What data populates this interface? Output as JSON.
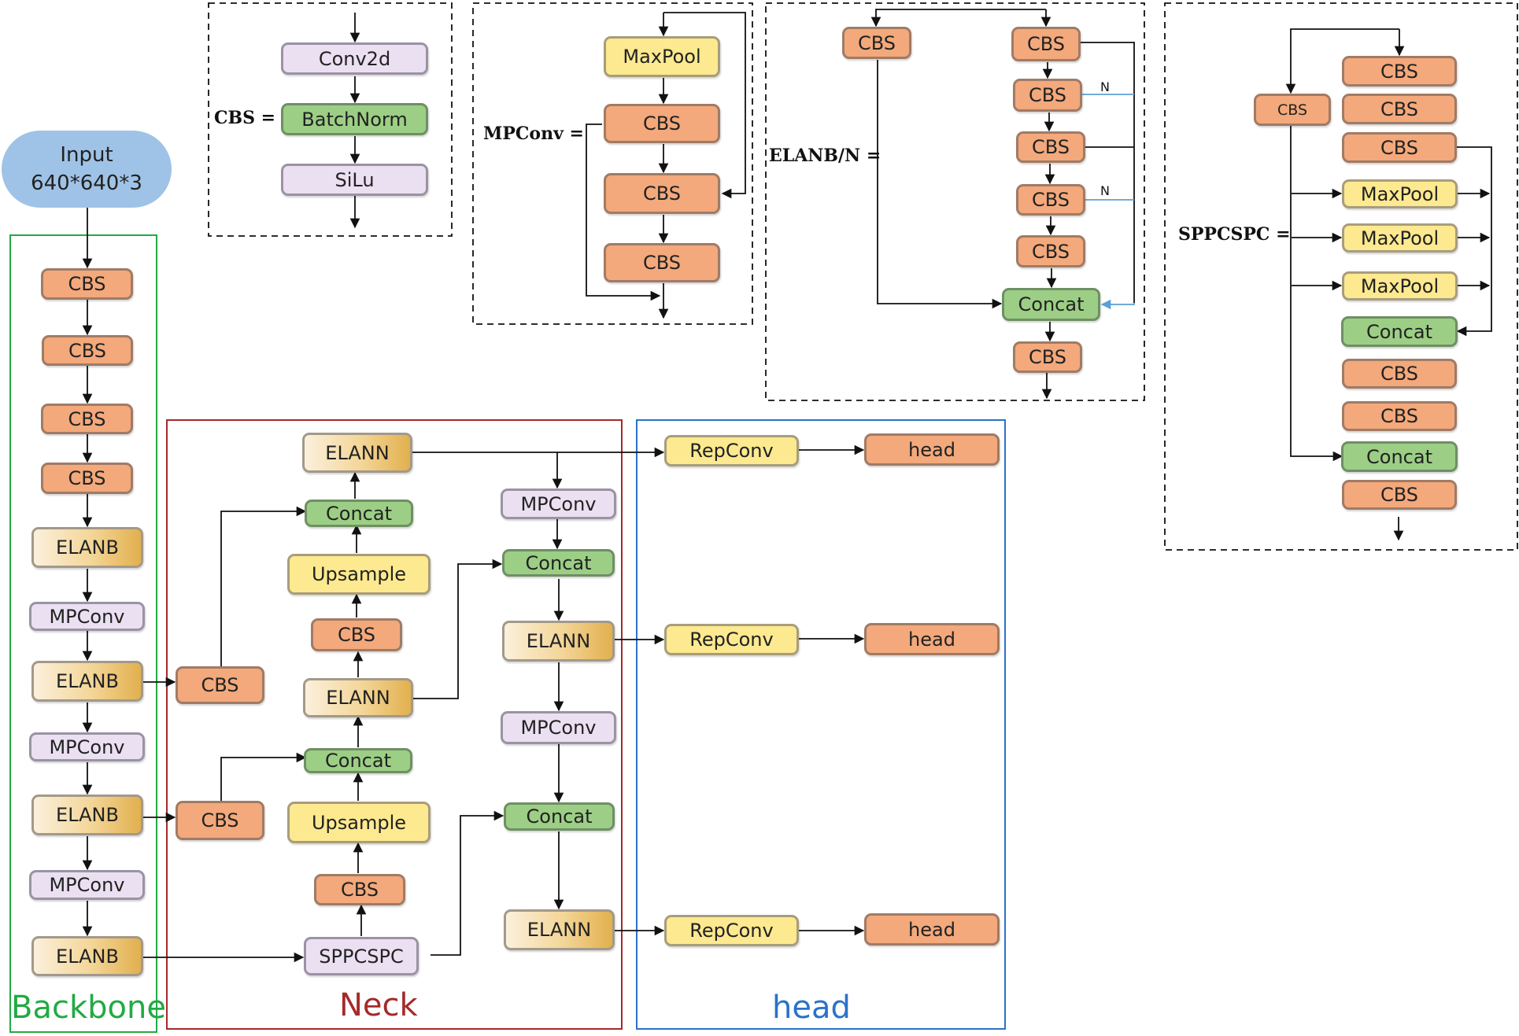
{
  "input": {
    "line1": "Input",
    "line2": "640*640*3"
  },
  "sections": {
    "backbone": "Backbone",
    "neck": "Neck",
    "head": "head"
  },
  "colors": {
    "cbs": "#f3a97b",
    "concat": "#9ccf85",
    "mpconv": "#ebe0f2",
    "yellow": "#fde98f",
    "elan_gradient_end": "#e2b04e",
    "backbone_border": "#22aa44",
    "neck_border": "#a52a2a",
    "head_border": "#2b72c9",
    "n_branch_line": "#5f9fd4"
  },
  "cbs_def": {
    "label": "CBS =",
    "conv2d": "Conv2d",
    "batchnorm": "BatchNorm",
    "silu": "SiLu"
  },
  "mpconv_def": {
    "label": "MPConv =",
    "maxpool": "MaxPool",
    "cbs": "CBS"
  },
  "elanb_def": {
    "label": "ELANB/N =",
    "cbs": "CBS",
    "concat": "Concat",
    "n": "N"
  },
  "sppcspc_def": {
    "label": "SPPCSPC =",
    "cbs": "CBS",
    "maxpool": "MaxPool",
    "concat": "Concat"
  },
  "backbone": {
    "cbs": "CBS",
    "elanb": "ELANB",
    "mpconv": "MPConv"
  },
  "neck": {
    "elann": "ELANN",
    "concat": "Concat",
    "upsample": "Upsample",
    "cbs": "CBS",
    "mpconv": "MPConv",
    "sppcspc": "SPPCSPC"
  },
  "head": {
    "repconv": "RepConv",
    "head": "head"
  }
}
